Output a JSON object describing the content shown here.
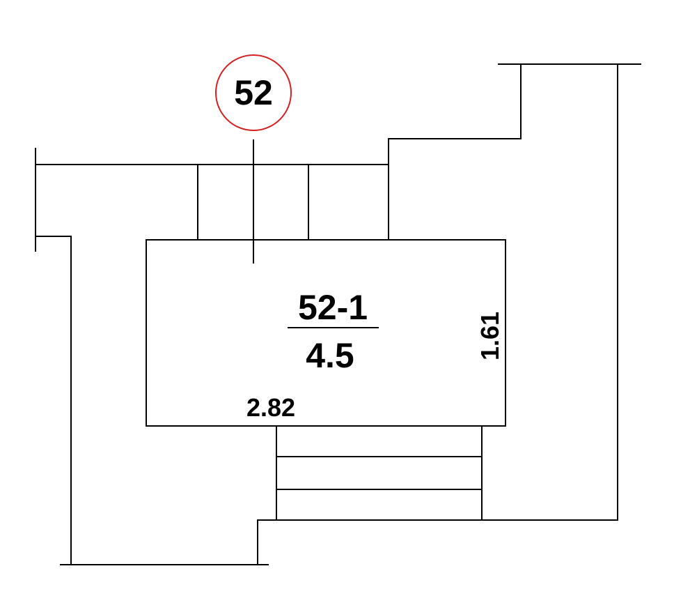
{
  "marker": {
    "label": "52",
    "color": "#d42020"
  },
  "room": {
    "id": "52-1",
    "area": "4.5",
    "width": "2.82",
    "depth": "1.61"
  }
}
